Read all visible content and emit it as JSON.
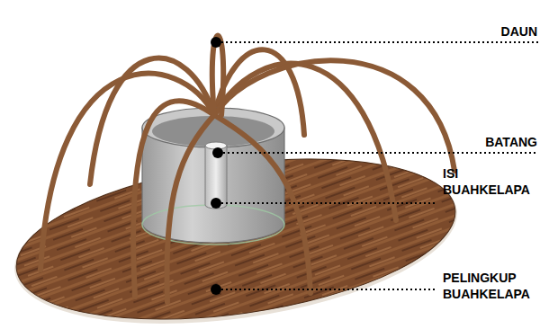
{
  "diagram": {
    "labels": [
      "DAUN",
      "BATANG",
      "ISI BUAHKELAPA",
      "PELINGKUP BUAHKELAPA"
    ]
  }
}
